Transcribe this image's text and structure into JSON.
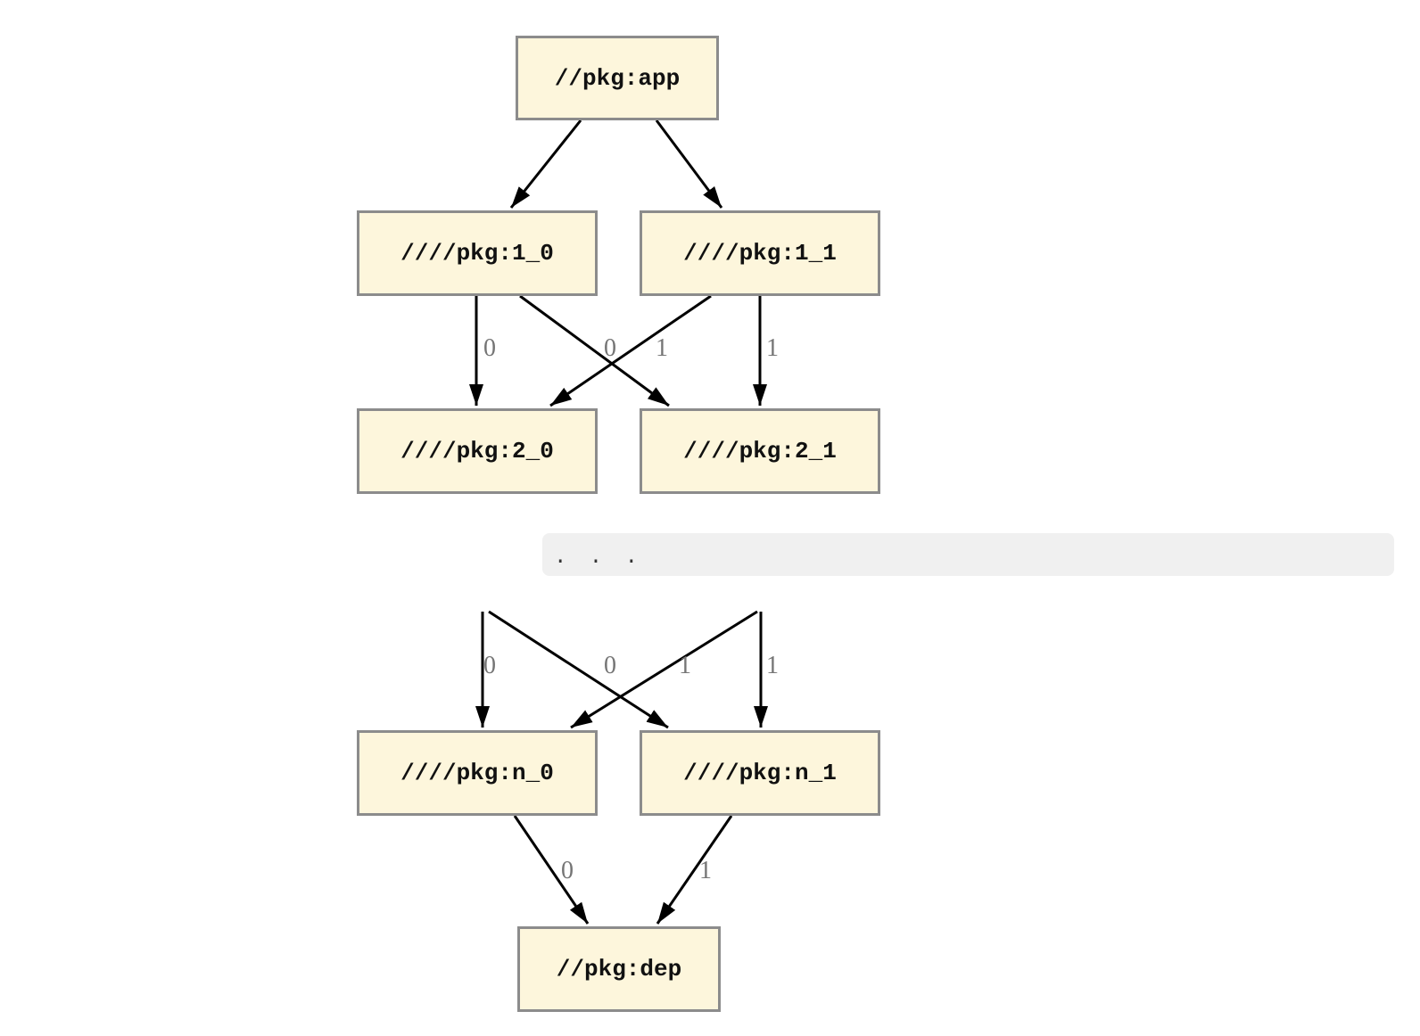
{
  "diagram": {
    "description": "package dependency graph",
    "colors": {
      "background": "#ffffff",
      "node_fill": "#fdf6dc",
      "node_border": "#8c8c8c",
      "edge": "#000000",
      "edge_label": "#757575",
      "ellipsis_band": "#f0f0f0"
    },
    "nodes": [
      {
        "id": "app",
        "label": "//pkg:app"
      },
      {
        "id": "1_0",
        "label": "////pkg:1_0"
      },
      {
        "id": "1_1",
        "label": "////pkg:1_1"
      },
      {
        "id": "2_0",
        "label": "////pkg:2_0"
      },
      {
        "id": "2_1",
        "label": "////pkg:2_1"
      },
      {
        "id": "n_0",
        "label": "////pkg:n_0"
      },
      {
        "id": "n_1",
        "label": "////pkg:n_1"
      },
      {
        "id": "dep",
        "label": "//pkg:dep"
      }
    ],
    "ellipsis": {
      "text": ". . ."
    },
    "edges": [
      {
        "from": "app",
        "to": "1_0",
        "label": ""
      },
      {
        "from": "app",
        "to": "1_1",
        "label": ""
      },
      {
        "from": "1_0",
        "to": "2_0",
        "label": "0"
      },
      {
        "from": "1_1",
        "to": "2_0",
        "label": "0"
      },
      {
        "from": "1_0",
        "to": "2_1",
        "label": "1"
      },
      {
        "from": "1_1",
        "to": "2_1",
        "label": "1"
      },
      {
        "from": "...",
        "to": "n_0",
        "label": "0"
      },
      {
        "from": "...",
        "to": "n_0",
        "label": "0"
      },
      {
        "from": "...",
        "to": "n_1",
        "label": "1"
      },
      {
        "from": "...",
        "to": "n_1",
        "label": "1"
      },
      {
        "from": "n_0",
        "to": "dep",
        "label": "0"
      },
      {
        "from": "n_1",
        "to": "dep",
        "label": "1"
      }
    ],
    "edge_labels": [
      "0",
      "0",
      "1",
      "1",
      "0",
      "0",
      "1",
      "1",
      "0",
      "1"
    ]
  }
}
